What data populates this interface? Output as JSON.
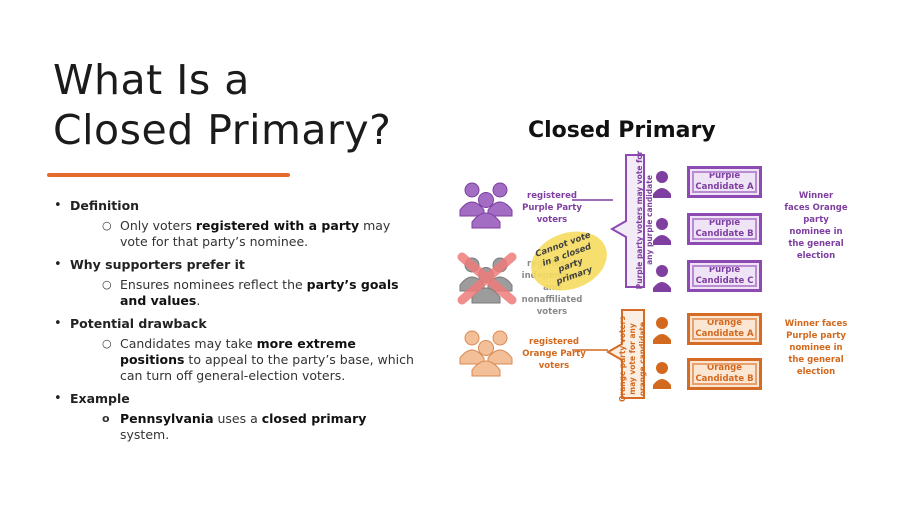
{
  "slide": {
    "title_line1": "What Is a",
    "title_line2": "Closed Primary?",
    "accent_color": "#e8692c"
  },
  "bullets": {
    "definition": {
      "heading": "Definition",
      "sub_pre": "Only voters ",
      "sub_bold": "registered with a party",
      "sub_post": " may vote for that party’s nominee."
    },
    "why": {
      "heading": "Why supporters prefer it",
      "sub_pre": "Ensures nominees reflect the ",
      "sub_bold": "party’s goals and values",
      "sub_post": "."
    },
    "drawback": {
      "heading": "Potential drawback",
      "sub_pre": "Candidates may take ",
      "sub_bold": "more extreme positions",
      "sub_post": " to appeal to the party’s base, which can turn off general-election voters."
    },
    "example": {
      "heading": "Example",
      "sub_bold1": "Pennsylvania",
      "sub_mid": " uses a ",
      "sub_bold2": "closed primary",
      "sub_post": " system."
    }
  },
  "diagram": {
    "title": "Closed Primary",
    "purple_color": "#7e3fa0",
    "orange_color": "#d2691e",
    "purple_voters": [
      "registered",
      "Purple Party",
      "voters"
    ],
    "independent_voters": [
      "registered",
      "independent",
      "and nonaffiliated",
      "voters"
    ],
    "cannot_vote": [
      "Cannot vote",
      "in a closed",
      "party",
      "primary"
    ],
    "orange_voters": [
      "registered",
      "Orange Party",
      "voters"
    ],
    "purple_rule": [
      "Purple party voters may vote for",
      "any purple candidate"
    ],
    "orange_rule": [
      "Orange party voters",
      "may vote for any",
      "orange candidate"
    ],
    "purple_candidates": [
      [
        "Purple",
        "Candidate A"
      ],
      [
        "Purple",
        "Candidate B"
      ],
      [
        "Purple",
        "Candidate C"
      ]
    ],
    "orange_candidates": [
      [
        "Orange",
        "Candidate A"
      ],
      [
        "Orange",
        "Candidate B"
      ]
    ],
    "purple_winner": [
      "Winner",
      "faces Orange",
      "party",
      "nominee in",
      "the general",
      "election"
    ],
    "orange_winner": [
      "Winner faces",
      "Purple party",
      "nominee in",
      "the general",
      "election"
    ]
  }
}
